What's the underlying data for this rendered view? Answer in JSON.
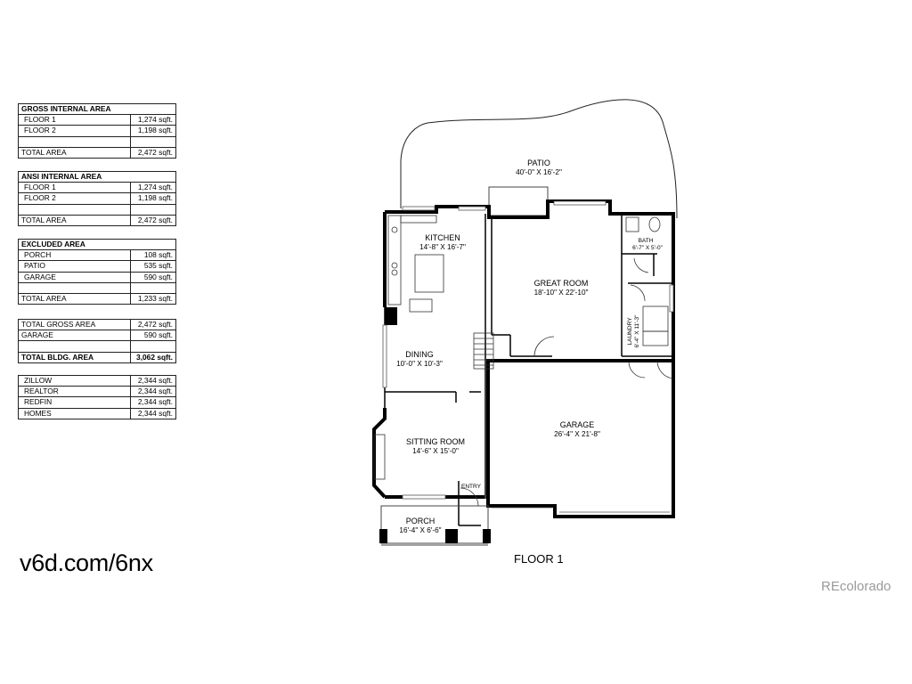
{
  "gross": {
    "title": "GROSS INTERNAL AREA",
    "rows": [
      {
        "label": "FLOOR 1",
        "value": "1,274 sqft."
      },
      {
        "label": "FLOOR 2",
        "value": "1,198 sqft."
      },
      {
        "label": "",
        "value": ""
      }
    ],
    "total_label": "TOTAL AREA",
    "total_value": "2,472 sqft."
  },
  "ansi": {
    "title": "ANSI INTERNAL AREA",
    "rows": [
      {
        "label": "FLOOR 1",
        "value": "1,274 sqft."
      },
      {
        "label": "FLOOR 2",
        "value": "1,198 sqft."
      }
    ],
    "total_label": "TOTAL AREA",
    "total_value": "2,472 sqft."
  },
  "excluded": {
    "title": "EXCLUDED AREA",
    "rows": [
      {
        "label": "PORCH",
        "value": "108 sqft."
      },
      {
        "label": "PATIO",
        "value": "535 sqft."
      },
      {
        "label": "GARAGE",
        "value": "590 sqft."
      }
    ],
    "total_label": "TOTAL AREA",
    "total_value": "1,233 sqft."
  },
  "summary": {
    "gross_label": "TOTAL GROSS AREA",
    "gross_value": "2,472 sqft.",
    "garage_label": "GARAGE",
    "garage_value": "590 sqft.",
    "bldg_label": "TOTAL BLDG. AREA",
    "bldg_value": "3,062 sqft."
  },
  "estimates": [
    {
      "label": "ZILLOW",
      "value": "2,344 sqft."
    },
    {
      "label": "REALTOR",
      "value": "2,344 sqft."
    },
    {
      "label": "REDFIN",
      "value": "2,344 sqft."
    },
    {
      "label": "HOMES",
      "value": "2,344 sqft."
    }
  ],
  "shortlink": "v6d.com/6nx",
  "floor_label": "FLOOR 1",
  "watermark": "REcolorado",
  "rooms": {
    "patio": {
      "name": "PATIO",
      "dims": "40'-0\" X 16'-2\""
    },
    "kitchen": {
      "name": "KITCHEN",
      "dims": "14'-8\" X 16'-7\""
    },
    "great_room": {
      "name": "GREAT ROOM",
      "dims": "18'-10\" X 22'-10\""
    },
    "bath": {
      "name": "BATH",
      "dims": "6'-7\" X 5'-0\""
    },
    "laundry": {
      "name": "LAUNDRY",
      "dims": "6'-4\" X 11'-3\""
    },
    "dining": {
      "name": "DINING",
      "dims": "10'-0\" X 10'-3\""
    },
    "garage": {
      "name": "GARAGE",
      "dims": "26'-4\" X 21'-8\""
    },
    "sitting": {
      "name": "SITTING ROOM",
      "dims": "14'-6\" X 15'-0\""
    },
    "entry": {
      "name": "ENTRY"
    },
    "porch": {
      "name": "PORCH",
      "dims": "16'-4\" X 6'-6\""
    }
  }
}
